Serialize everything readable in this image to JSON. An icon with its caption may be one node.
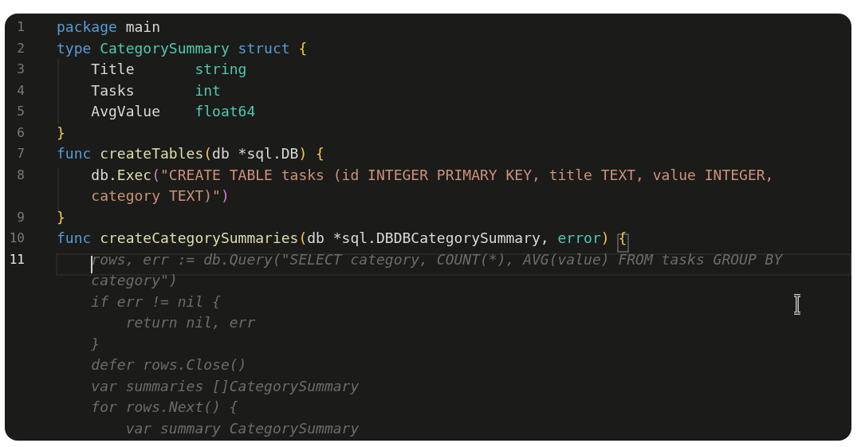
{
  "diagram": {
    "labels": [
      "1",
      "package",
      "main",
      "2",
      "type",
      "CategorySummary",
      "struct",
      "{",
      "3",
      "Title",
      "string",
      "4",
      "Tasks",
      "int",
      "5",
      "AvgValue",
      "float64",
      "6",
      "}",
      "7",
      "func",
      "createTables",
      "(",
      "db *sql.DB",
      ")",
      "{",
      "8",
      "db.",
      "Exec",
      "(",
      "\"CREATE TABLE tasks (id INTEGER PRIMARY KEY, title TEXT, value INTEGER,",
      "category TEXT)\"",
      ")",
      "9",
      "}",
      "10",
      "func",
      "createCategorySummaries",
      "(",
      "db *sql.DBDBCategorySummary,",
      "error",
      ")",
      "{",
      "11",
      "rows, err := db.Query(\"SELECT category, COUNT(*), AVG(value) FROM tasks GROUP BY",
      "category\")",
      "if err != nil {",
      "return nil, err",
      "}",
      "defer rows.Close()",
      "var summaries []CategorySummary",
      "for rows.Next() {",
      "var summary CategorySummary"
    ]
  }
}
